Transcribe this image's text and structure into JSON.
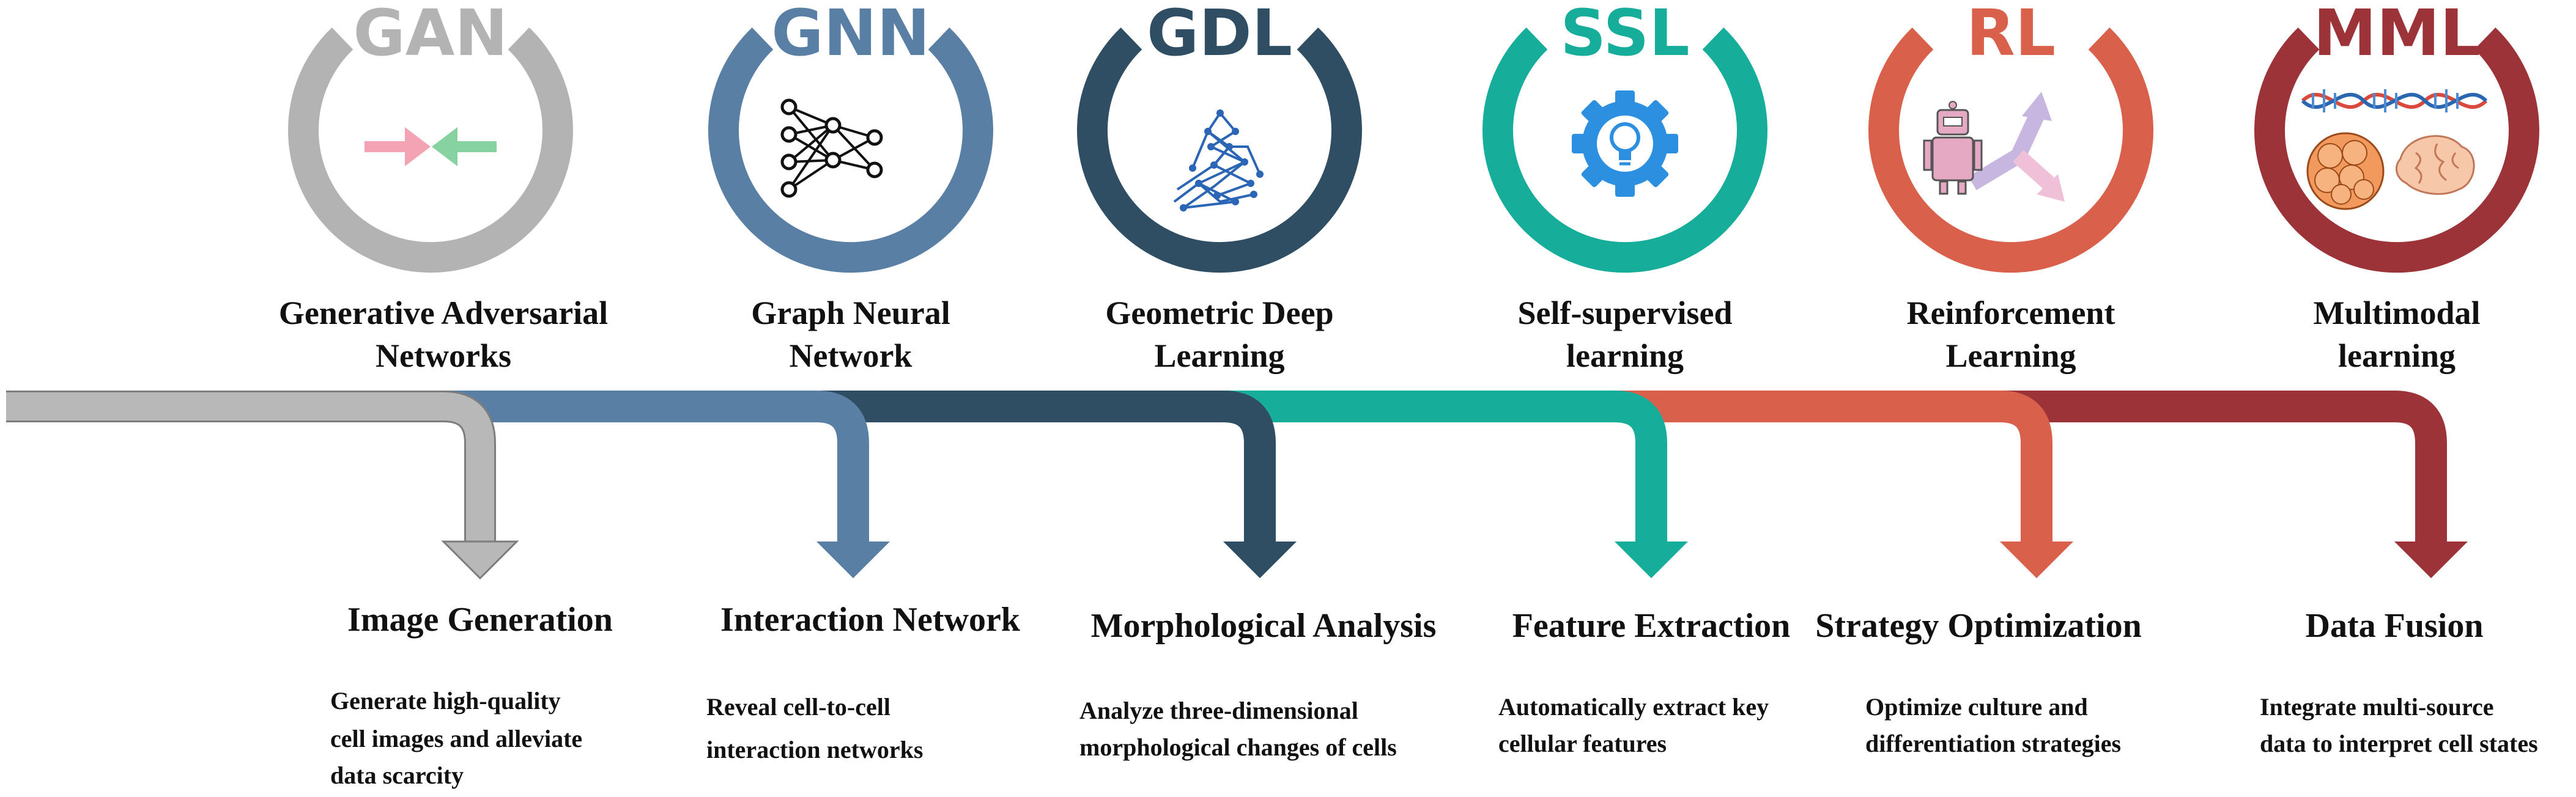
{
  "items": [
    {
      "abbr": "GAN",
      "title_lines": [
        "Generative Adversarial",
        "Networks"
      ],
      "heading": "Image Generation",
      "desc_lines": [
        "Generate high-quality",
        "cell images and alleviate",
        "data scarcity"
      ],
      "color": "#b3b3b3",
      "icon": "converging-arrows-icon"
    },
    {
      "abbr": "GNN",
      "title_lines": [
        "Graph Neural",
        "Network"
      ],
      "heading": "Interaction Network",
      "desc_lines": [
        "Reveal cell-to-cell",
        "interaction networks"
      ],
      "color": "#5a7fa5",
      "icon": "neural-network-icon"
    },
    {
      "abbr": "GDL",
      "title_lines": [
        "Geometric Deep",
        "Learning"
      ],
      "heading": "Morphological Analysis",
      "desc_lines": [
        "Analyze three-dimensional",
        "morphological changes of cells"
      ],
      "color": "#2f4d63",
      "icon": "mesh-graph-icon"
    },
    {
      "abbr": "SSL",
      "title_lines": [
        "Self-supervised",
        "learning"
      ],
      "heading": "Feature Extraction",
      "desc_lines": [
        "Automatically extract key",
        "cellular features"
      ],
      "color": "#16ad9b",
      "icon": "gear-lightbulb-icon"
    },
    {
      "abbr": "RL",
      "title_lines": [
        "Reinforcement",
        "Learning"
      ],
      "heading": "Strategy Optimization",
      "desc_lines": [
        "Optimize culture and",
        "differentiation strategies"
      ],
      "color": "#d9614b",
      "icon": "robot-branch-icon"
    },
    {
      "abbr": "MML",
      "title_lines": [
        "Multimodal",
        "learning"
      ],
      "heading": "Data Fusion",
      "desc_lines": [
        "Integrate multi-source",
        "data to interpret cell states"
      ],
      "color": "#9b3338",
      "icon": "dna-cell-brain-icon"
    }
  ]
}
